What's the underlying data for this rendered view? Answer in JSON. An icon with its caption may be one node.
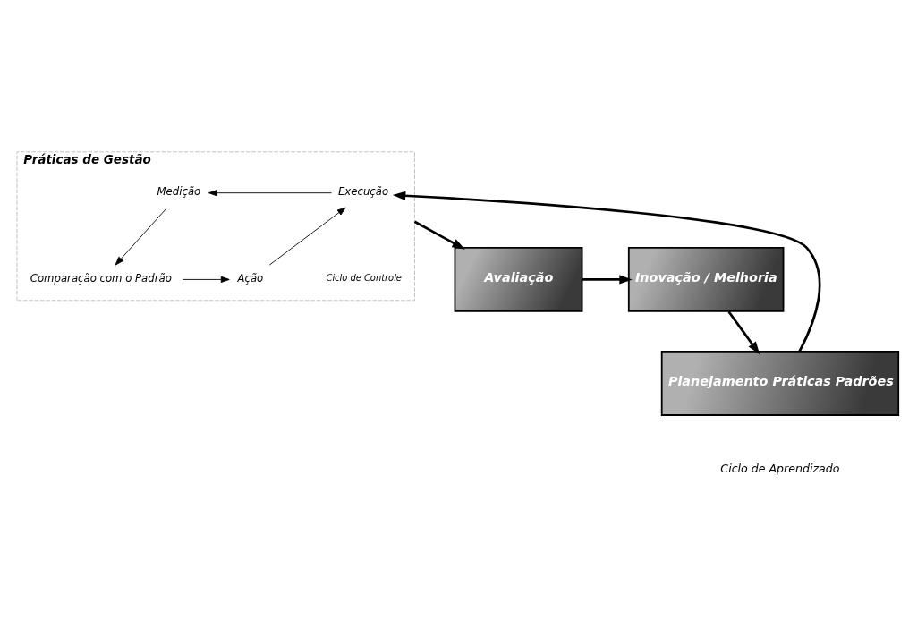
{
  "diagram": {
    "nodes": [
      {
        "text": [
          "Práticas de Gestão"
        ]
      },
      {
        "text": [
          "Execução"
        ],
        "in": 0
      },
      {
        "text": [
          "Medição"
        ],
        "in": 0
      },
      {
        "text": [
          "Comparação com o Padrão"
        ],
        "in": 0
      },
      {
        "text": [
          "Ação"
        ],
        "in": 0
      },
      {
        "text": [
          "Planejamento Práticas Padrões"
        ]
      },
      {
        "text": [
          "Avaliação"
        ]
      },
      {
        "text": [
          "Inovação / Melhoria"
        ]
      }
    ],
    "edges": [
      {
        "from": 5,
        "to": 1,
        "arrow": "to",
        "style": "thick"
      },
      {
        "from": 1,
        "to": 2,
        "arrow": "to"
      },
      {
        "from": 2,
        "to": 3,
        "arrow": "to"
      },
      {
        "from": 3,
        "to": 4,
        "arrow": "to"
      },
      {
        "from": 4,
        "to": 1,
        "arrow": "to"
      },
      {
        "from": 0,
        "to": 6,
        "arrow": "to",
        "style": "thick"
      },
      {
        "from": 6,
        "to": 7,
        "arrow": "to",
        "style": "thick"
      },
      {
        "from": 7,
        "to": 5,
        "arrow": "to",
        "style": "thick"
      }
    ],
    "labels": [
      "Ciclo de Controle",
      "Ciclo de Aprendizado"
    ]
  }
}
